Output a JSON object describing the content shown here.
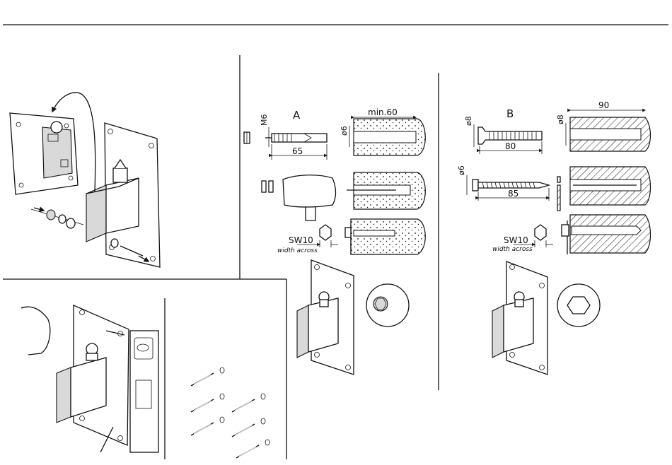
{
  "section_a": {
    "label": "A",
    "bolt_thread": "M6",
    "bolt_length": "65",
    "drill_diameter": "ø6",
    "drill_depth": "min.60",
    "wrench_size": "SW10",
    "wrench_caption": "width across"
  },
  "section_b": {
    "label": "B",
    "bolt_diameter": "ø8",
    "bolt_length": "80",
    "drill_diameter": "ø8",
    "drill_depth": "90",
    "screw_diameter": "ø6",
    "screw_length": "85",
    "wrench_size": "SW10",
    "wrench_caption": "width across"
  }
}
